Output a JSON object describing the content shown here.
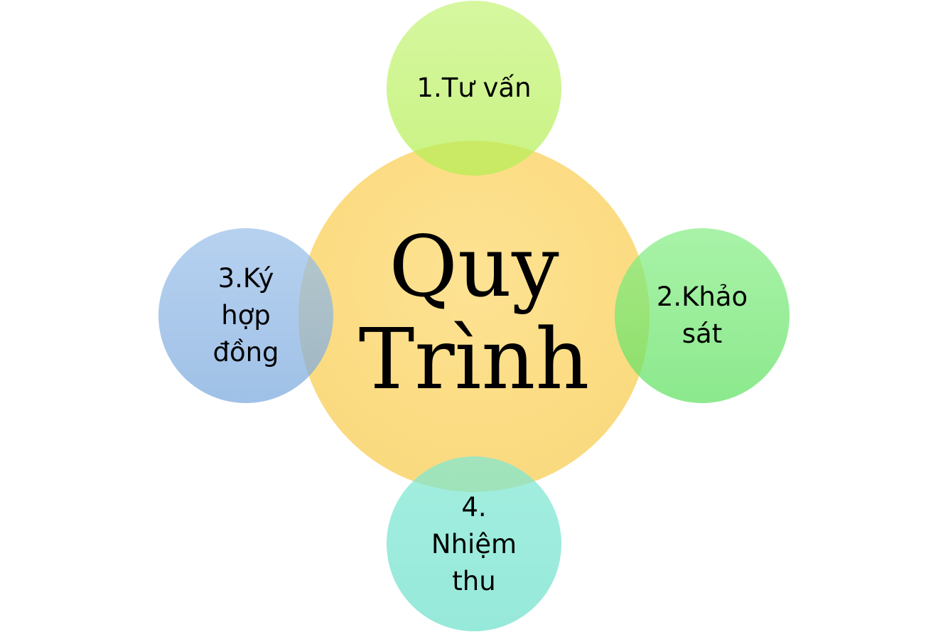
{
  "center": {
    "line1": "Quy",
    "line2": "Trình"
  },
  "nodes": {
    "top": {
      "lines": [
        "1.Tư vấn"
      ]
    },
    "right": {
      "lines": [
        "2.Khảo",
        "sát"
      ]
    },
    "left": {
      "lines": [
        "3.Ký",
        "hợp",
        "đồng"
      ]
    },
    "bottom": {
      "lines": [
        "4.",
        "Nhiệm",
        "thu"
      ]
    }
  },
  "colors": {
    "center": "#fbd978",
    "top": "#b4ee54",
    "right": "#5fe060",
    "left": "#7aa8dd",
    "bottom": "#6ee0cb"
  }
}
